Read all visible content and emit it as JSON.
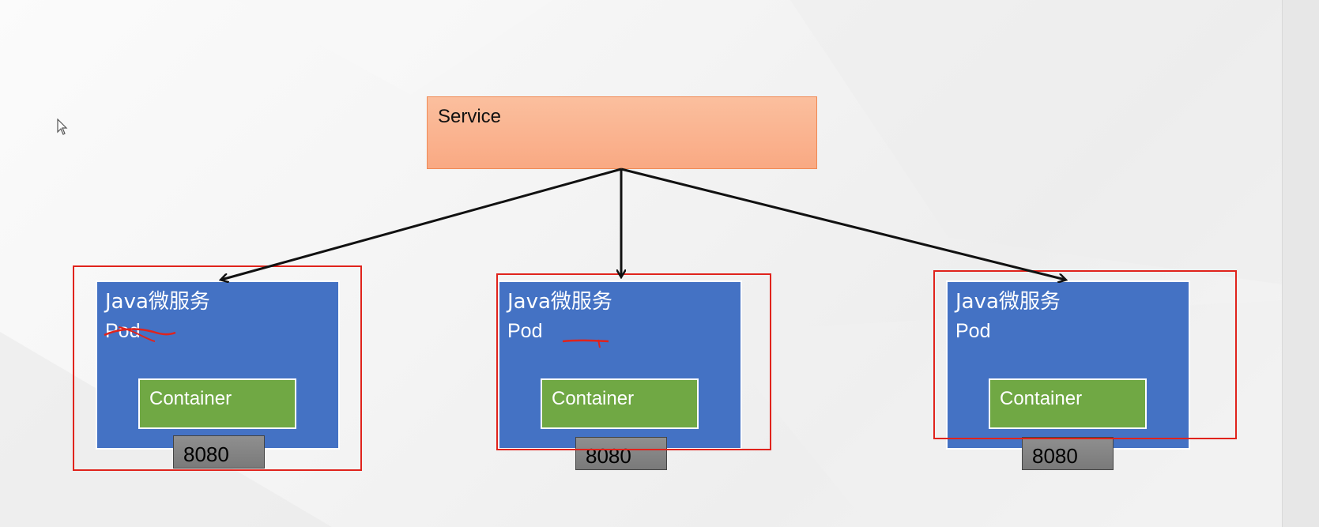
{
  "service": {
    "label": "Service"
  },
  "pods": [
    {
      "title": "Java微服务",
      "subtitle": "Pod",
      "container": "Container",
      "port": "8080"
    },
    {
      "title": "Java微服务",
      "subtitle": "Pod",
      "container": "Container",
      "port": "8080"
    },
    {
      "title": "Java微服务",
      "subtitle": "Pod",
      "container": "Container",
      "port": "8080"
    }
  ],
  "colors": {
    "service_fill": "#f9a983",
    "pod_fill": "#4472c4",
    "container_fill": "#70a844",
    "port_fill": "#808080",
    "highlight_frame": "#e0231c",
    "arrow": "#111111"
  },
  "icons": {
    "cursor": "mouse-pointer-icon"
  }
}
